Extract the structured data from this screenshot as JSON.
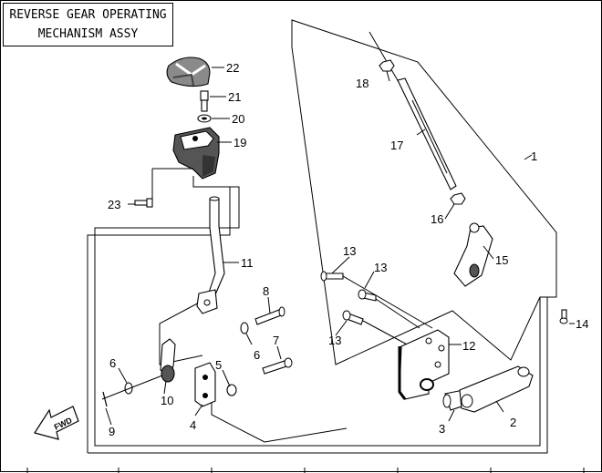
{
  "title": {
    "line1": "REVERSE GEAR OPERATING",
    "line2": "MECHANISM ASSY"
  },
  "fwd_label": "FWD",
  "callouts": [
    "1",
    "2",
    "3",
    "4",
    "5",
    "6",
    "6",
    "7",
    "8",
    "9",
    "10",
    "11",
    "12",
    "13",
    "13",
    "13",
    "14",
    "15",
    "16",
    "17",
    "18",
    "19",
    "20",
    "21",
    "22",
    "23"
  ]
}
